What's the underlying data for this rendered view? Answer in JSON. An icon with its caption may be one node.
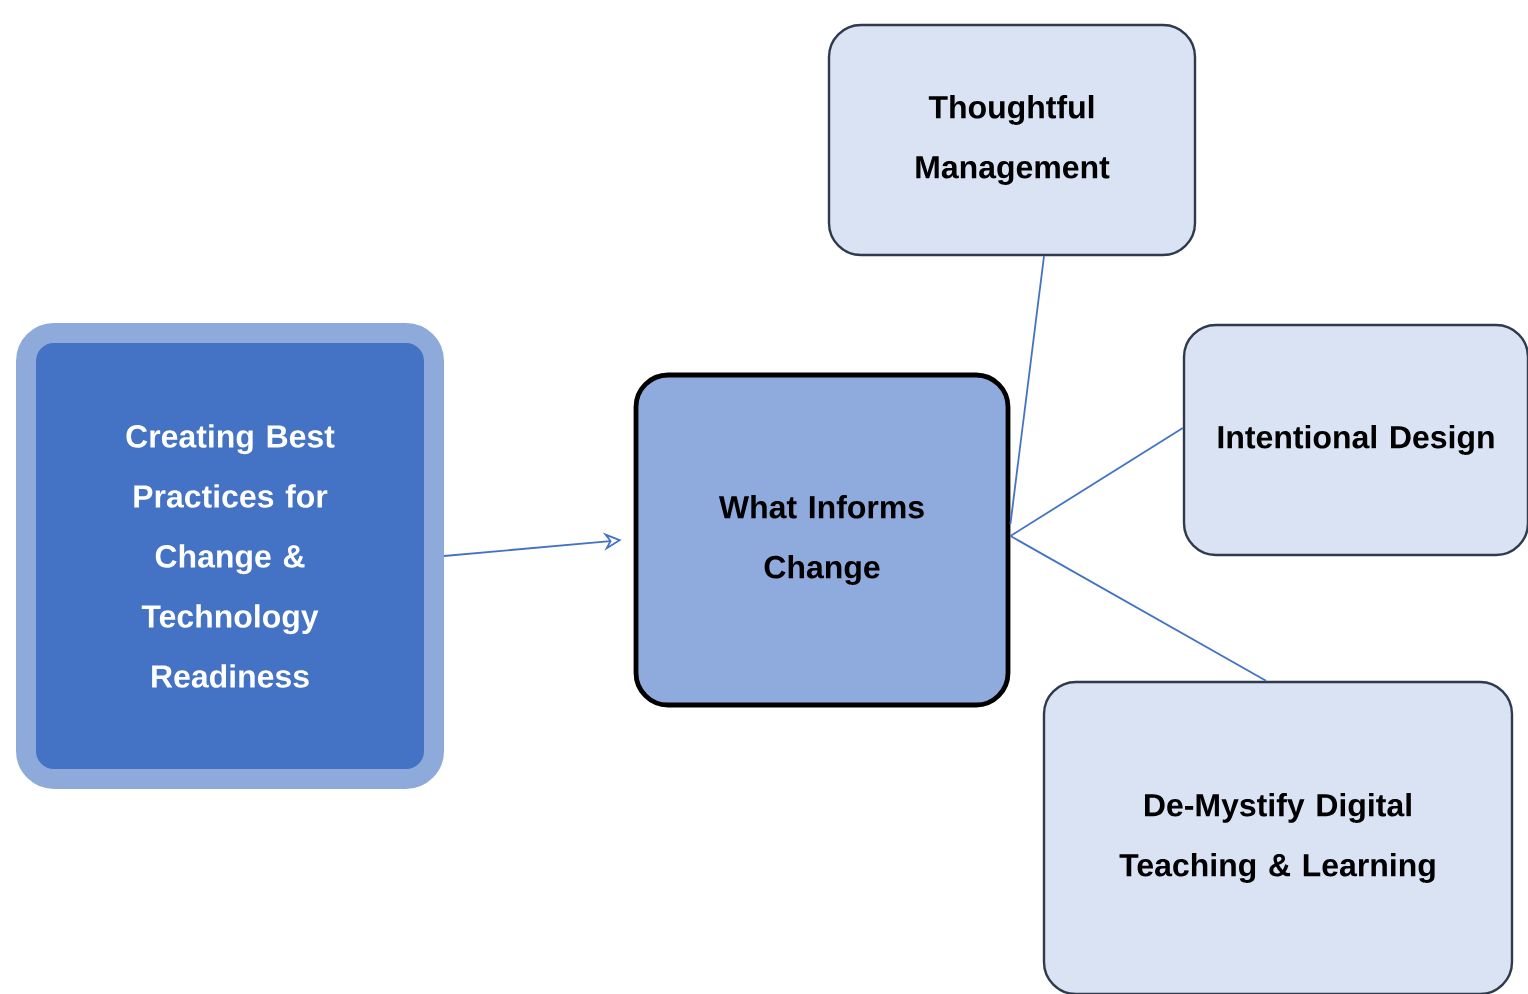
{
  "diagram": {
    "nodes": [
      {
        "text": [
          "Creating Best Practices for Change & Technology Readiness"
        ]
      },
      {
        "text": [
          "What Informs Change"
        ]
      },
      {
        "text": [
          "Thoughtful Management"
        ]
      },
      {
        "text": [
          "Intentional Design"
        ]
      },
      {
        "text": [
          "De-Mystify Digital Teaching & Learning"
        ]
      }
    ],
    "edges": [
      {
        "from": 0,
        "to": 1,
        "arrow": "to"
      },
      {
        "from": 1,
        "to": 2,
        "arrow": "none"
      },
      {
        "from": 1,
        "to": 3,
        "arrow": "none"
      },
      {
        "from": 1,
        "to": 4,
        "arrow": "none"
      }
    ]
  }
}
